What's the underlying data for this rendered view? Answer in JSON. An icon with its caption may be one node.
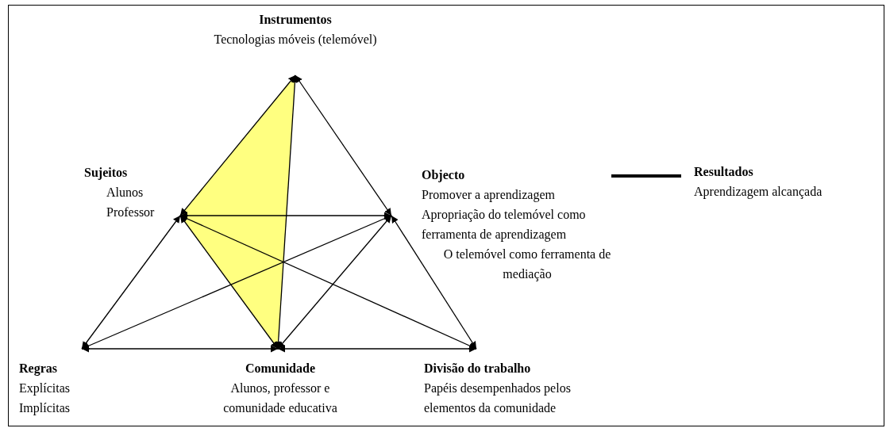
{
  "diagram": {
    "nodes": [
      {
        "text": [
          "Instrumentos",
          "Tecnologias móveis (telemóvel)"
        ]
      },
      {
        "text": [
          "Sujeitos",
          "Alunos",
          "Professor"
        ]
      },
      {
        "text": [
          "Objecto",
          "Promover a aprendizagem",
          "Apropriação do telemóvel como ferramenta de aprendizagem",
          "O telemóvel como ferramenta de mediação"
        ]
      },
      {
        "text": [
          "Resultados",
          "Aprendizagem alcançada"
        ]
      },
      {
        "text": [
          "Regras",
          "Explícitas",
          "Implícitas"
        ]
      },
      {
        "text": [
          "Comunidade",
          "Alunos, professor e comunidade educativa"
        ]
      },
      {
        "text": [
          "Divisão do trabalho",
          "Papéis desempenhados pelos elementos da comunidade"
        ]
      }
    ],
    "edges": [
      {
        "from": 0,
        "to": 1,
        "arrow": "both"
      },
      {
        "from": 0,
        "to": 2,
        "arrow": "both"
      },
      {
        "from": 0,
        "to": 5,
        "arrow": "both"
      },
      {
        "from": 1,
        "to": 2,
        "arrow": "both"
      },
      {
        "from": 1,
        "to": 4,
        "arrow": "both"
      },
      {
        "from": 1,
        "to": 5,
        "arrow": "both"
      },
      {
        "from": 1,
        "to": 6,
        "arrow": "both"
      },
      {
        "from": 2,
        "to": 4,
        "arrow": "both"
      },
      {
        "from": 2,
        "to": 5,
        "arrow": "both"
      },
      {
        "from": 2,
        "to": 6,
        "arrow": "both"
      },
      {
        "from": 4,
        "to": 5,
        "arrow": "both"
      },
      {
        "from": 5,
        "to": 6,
        "arrow": "both"
      },
      {
        "from": 2,
        "to": 3,
        "arrow": "none",
        "style": "thick"
      }
    ]
  }
}
